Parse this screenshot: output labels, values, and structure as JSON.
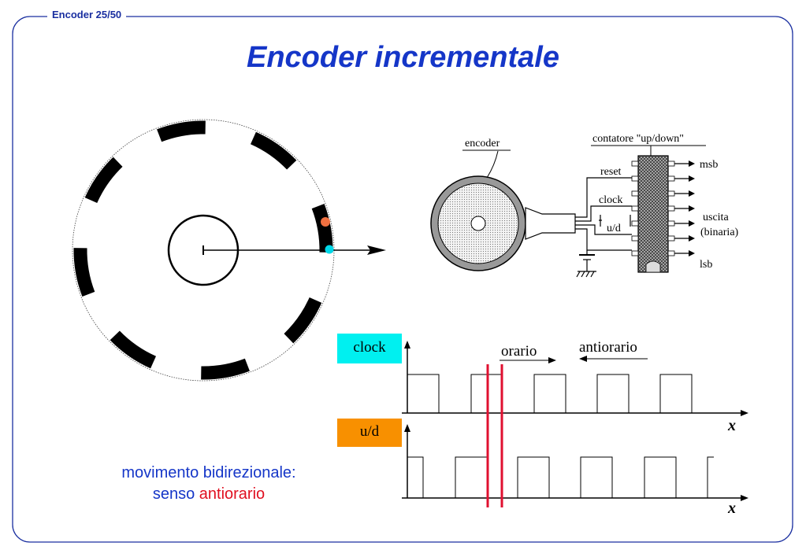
{
  "header": {
    "slide_label": "Encoder 25/50"
  },
  "title": "Encoder incrementale",
  "caption": {
    "line1": "movimento bidirezionale:",
    "line2_prefix": "senso ",
    "line2_highlight": "antiorario"
  },
  "schematic": {
    "encoder_label": "encoder",
    "counter_label": "contatore \"up/down\"",
    "reset_label": "reset",
    "clock_label": "clock",
    "ud_label": "u/d",
    "msb_label": "msb",
    "output_label_1": "uscita",
    "output_label_2": "(binaria)",
    "lsb_label": "lsb"
  },
  "waveforms": {
    "clock_box": "clock",
    "ud_box": "u/d",
    "orario_label": "orario",
    "antiorario_label": "antiorario",
    "x_axis_label_top": "x",
    "x_axis_label_bottom": "x"
  },
  "colors": {
    "title_blue": "#1536c8",
    "frame_blue": "#1a2fa0",
    "clock_box_cyan": "#00f0f0",
    "ud_box_orange": "#f89000",
    "marker_red": "#e01030",
    "sensor_orange": "#f07040",
    "sensor_cyan": "#00d8e8"
  }
}
